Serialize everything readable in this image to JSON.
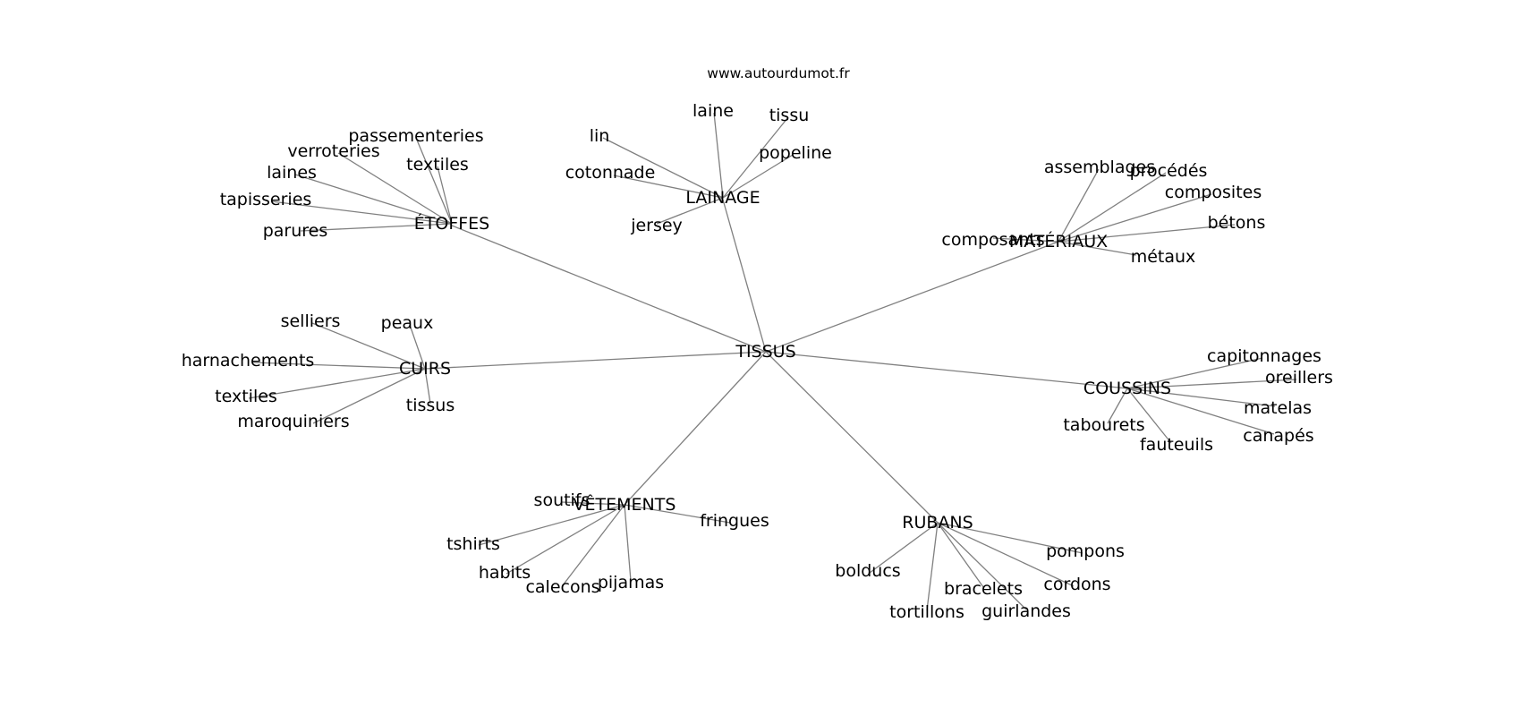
{
  "site_label": "www.autourdumot.fr",
  "center": {
    "label": "TISSUS"
  },
  "hubs": [
    {
      "id": "etoffes",
      "label": "ÉTOFFES",
      "leaves": [
        "passementeries",
        "verroteries",
        "textiles",
        "laines",
        "tapisseries",
        "parures"
      ]
    },
    {
      "id": "lainage",
      "label": "LAINAGE",
      "leaves": [
        "laine",
        "tissu",
        "lin",
        "popeline",
        "cotonnade",
        "jersey"
      ]
    },
    {
      "id": "materiaux",
      "label": "MATÉRIAUX",
      "leaves": [
        "assemblages",
        "procédés",
        "composites",
        "bétons",
        "composants",
        "métaux"
      ]
    },
    {
      "id": "cuirs",
      "label": "CUIRS",
      "leaves": [
        "selliers",
        "peaux",
        "harnachements",
        "textiles",
        "maroquiniers",
        "tissus"
      ]
    },
    {
      "id": "coussins",
      "label": "COUSSINS",
      "leaves": [
        "capitonnages",
        "oreillers",
        "matelas",
        "tabourets",
        "fauteuils",
        "canapés"
      ]
    },
    {
      "id": "vetements",
      "label": "VÊTEMENTS",
      "leaves": [
        "soutifs",
        "fringues",
        "tshirts",
        "habits",
        "calecons",
        "pijamas"
      ]
    },
    {
      "id": "rubans",
      "label": "RUBANS",
      "leaves": [
        "pompons",
        "bolducs",
        "cordons",
        "bracelets",
        "tortillons",
        "guirlandes"
      ]
    }
  ]
}
